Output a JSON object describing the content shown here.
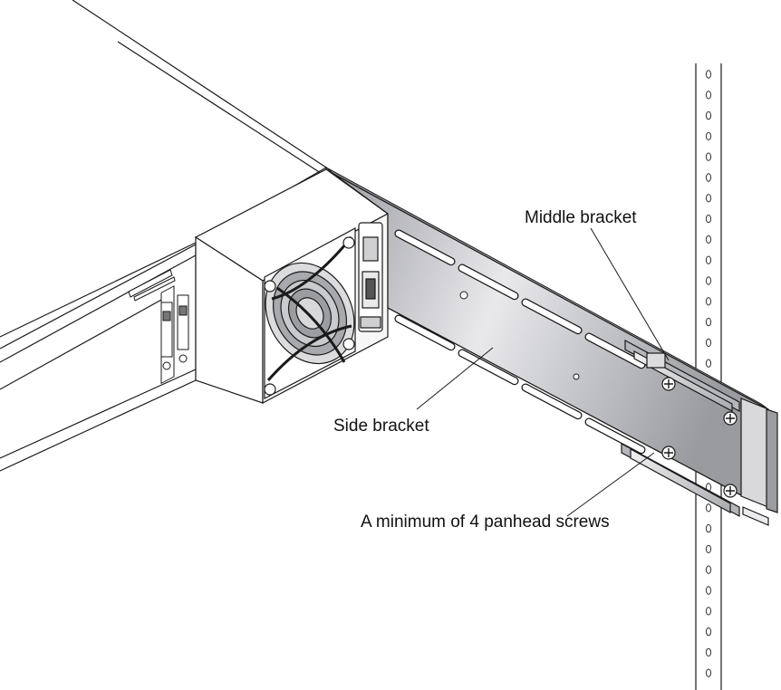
{
  "labels": {
    "middle_bracket": "Middle bracket",
    "side_bracket": "Side bracket",
    "screws": "A minimum of 4 panhead screws"
  },
  "rack": {
    "hole_count": 30
  },
  "colors": {
    "line": "#1a1a1a",
    "metal_light": "#e6e6e8",
    "metal_mid": "#b9babe",
    "metal_dark": "#8f9095",
    "housing": "#ffffff"
  }
}
